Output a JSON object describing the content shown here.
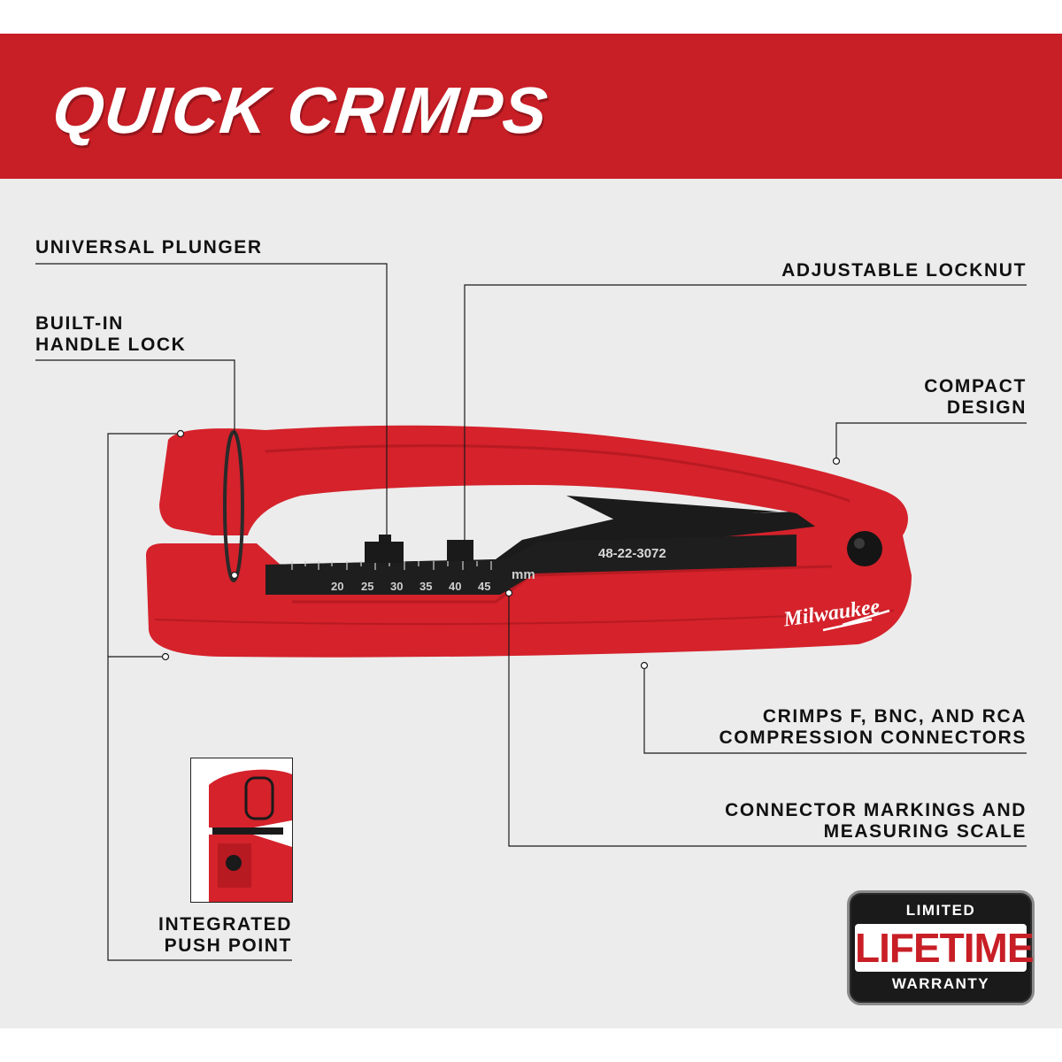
{
  "banner": {
    "title": "QUICK CRIMPS"
  },
  "callouts": {
    "universal_plunger": "UNIVERSAL PLUNGER",
    "handle_lock": [
      "BUILT-IN",
      "HANDLE LOCK"
    ],
    "adjustable_locknut": "ADJUSTABLE LOCKNUT",
    "compact_design": [
      "COMPACT",
      "DESIGN"
    ],
    "crimps": [
      "CRIMPS F, BNC, AND RCA",
      "COMPRESSION CONNECTORS"
    ],
    "markings": [
      "CONNECTOR MARKINGS AND",
      "MEASURING SCALE"
    ],
    "push_point": [
      "INTEGRATED",
      "PUSH POINT"
    ]
  },
  "tool": {
    "model_number": "48-22-3072",
    "brand": "Milwaukee",
    "scale_unit": "mm",
    "scale_ticks": [
      "20",
      "25",
      "30",
      "35",
      "40",
      "45"
    ]
  },
  "badge": {
    "top": "LIMITED",
    "middle": "LIFETIME",
    "bottom": "WARRANTY"
  },
  "colors": {
    "brand_red": "#c81e26",
    "tool_red": "#d5222b",
    "tool_black": "#1b1b1b",
    "panel_gray": "#ececec"
  }
}
